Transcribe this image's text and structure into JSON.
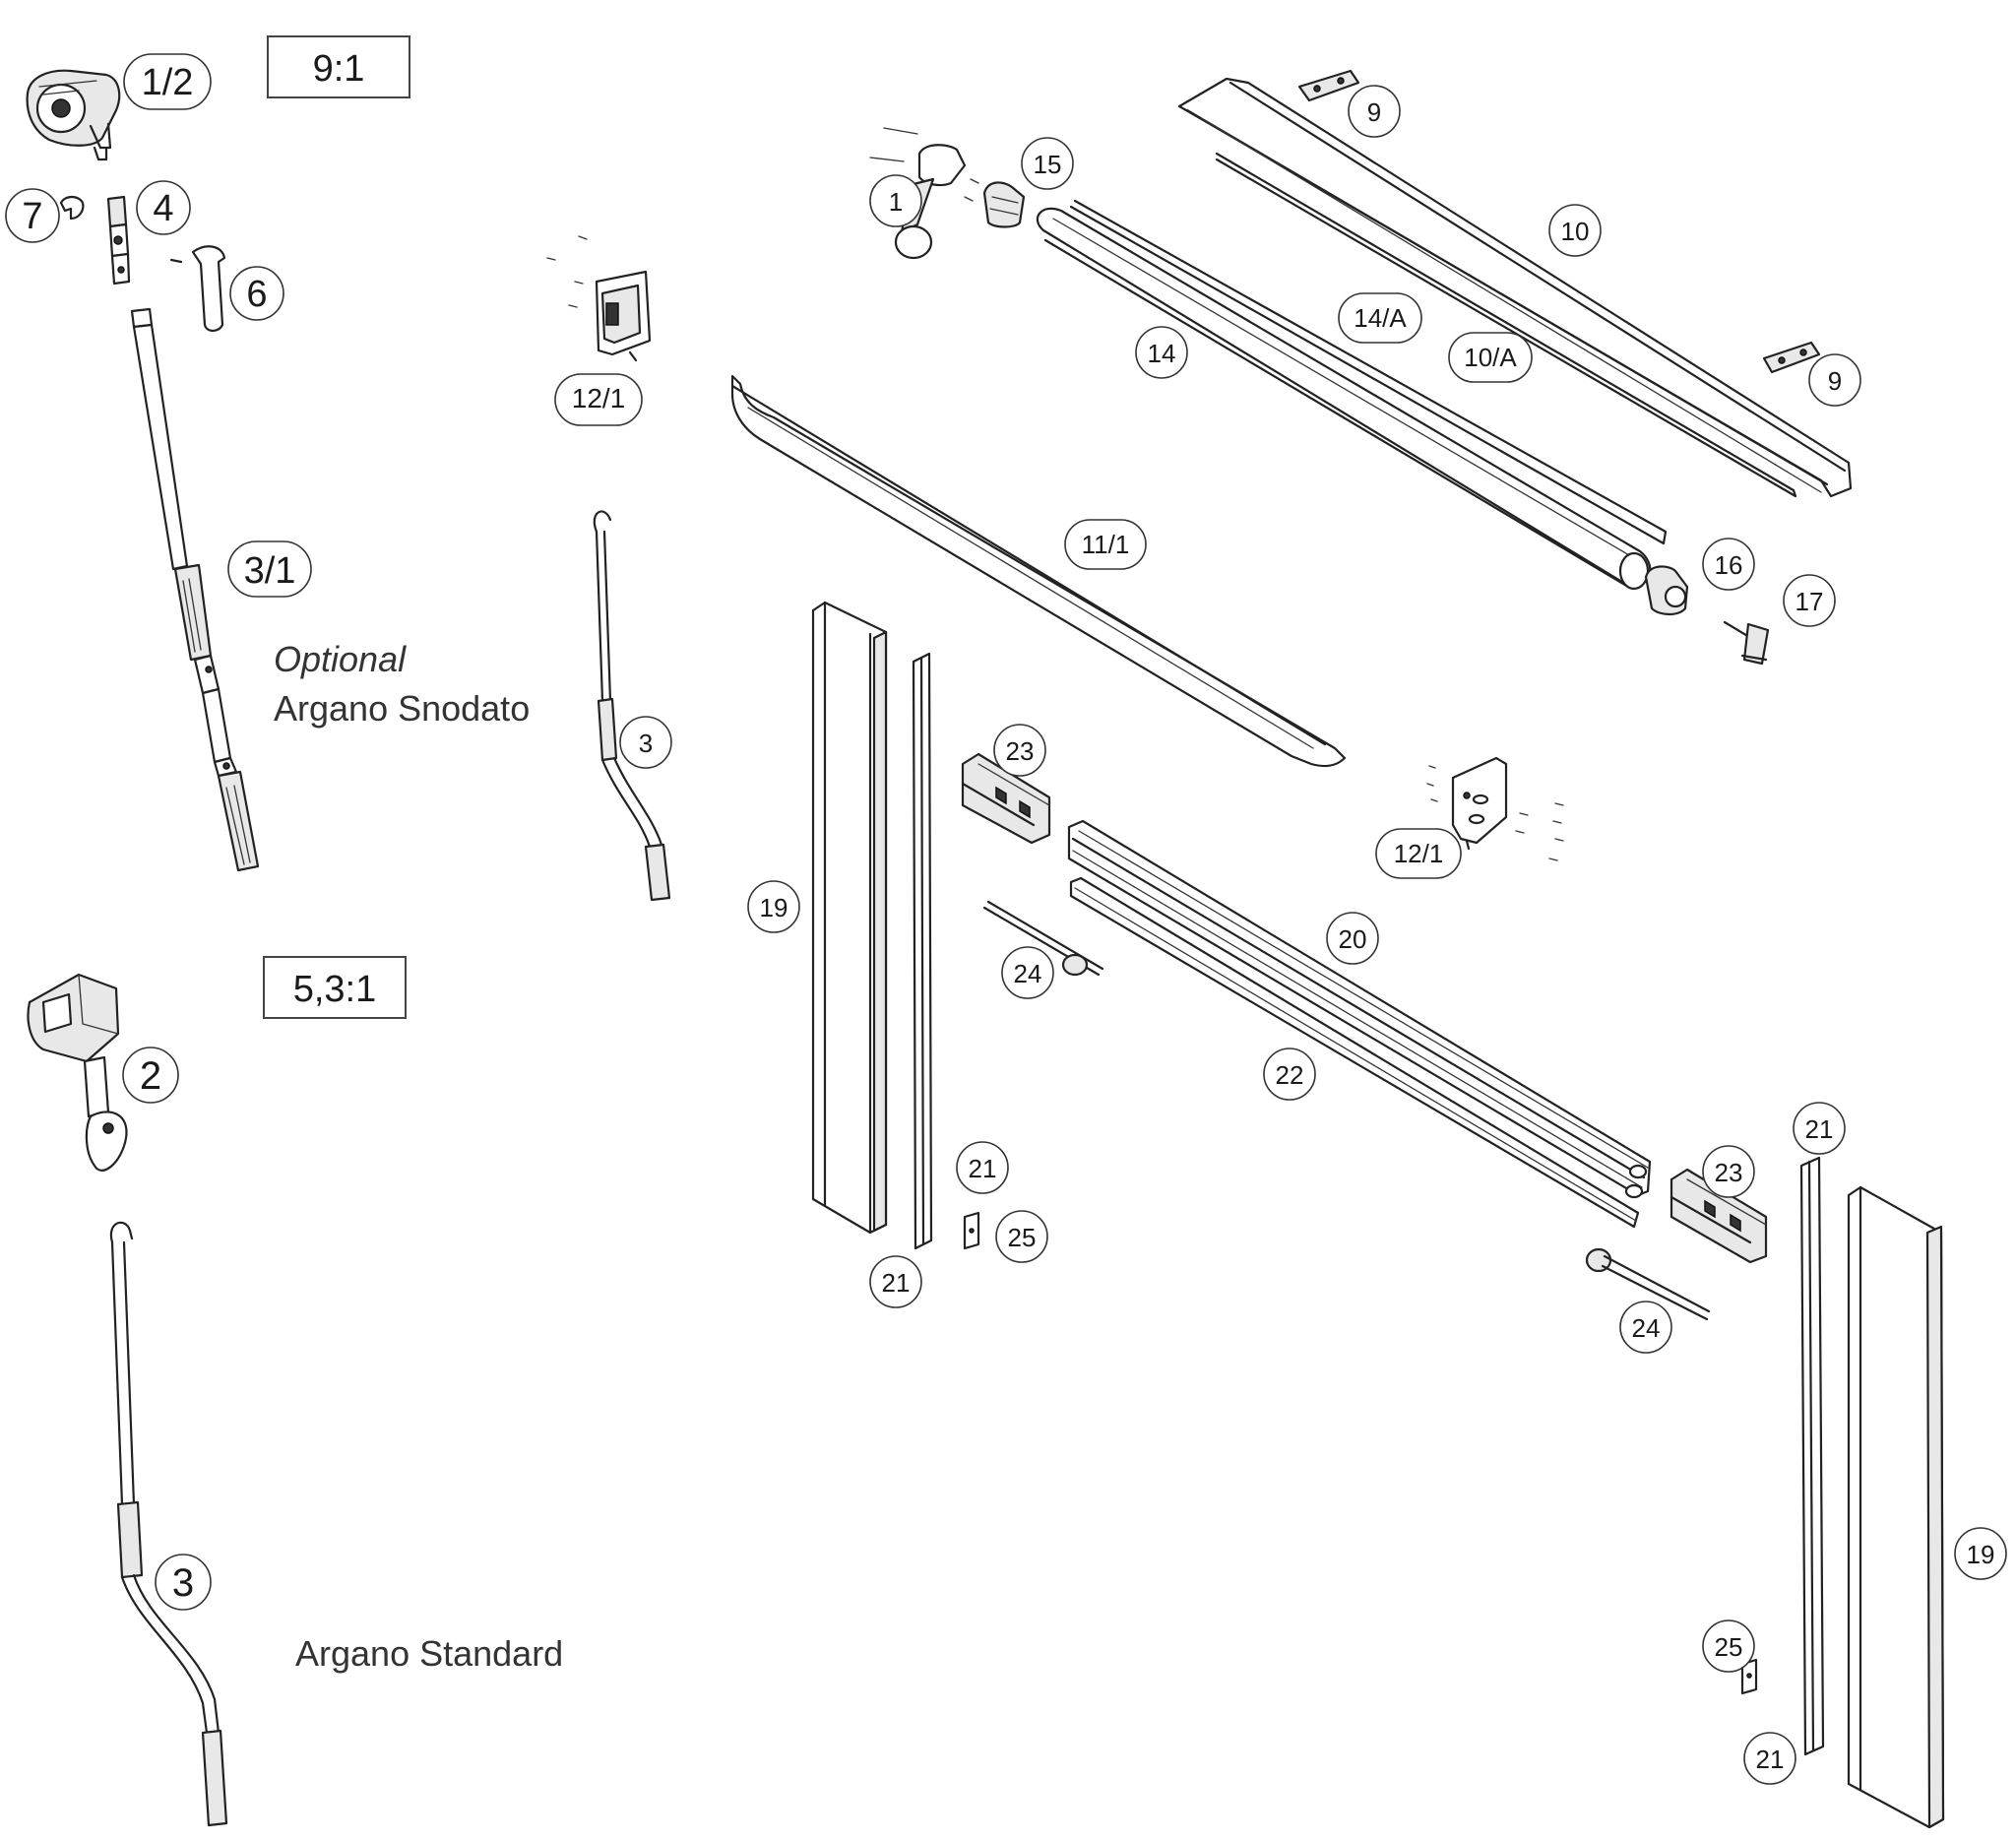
{
  "ratios": {
    "r1": "9:1",
    "r2": "5,3:1"
  },
  "captions": {
    "optional": "Optional",
    "snodato": "Argano Snodato",
    "standard": "Argano Standard"
  },
  "callouts": {
    "c1_2": "1/2",
    "c7": "7",
    "c4": "4",
    "c6": "6",
    "c3_1": "3/1",
    "c2": "2",
    "c3_big": "3",
    "c12_1a": "12/1",
    "c3_small": "3",
    "c1": "1",
    "c15": "15",
    "c9a": "9",
    "c10": "10",
    "c14_a": "14/A",
    "c10_a": "10/A",
    "c14": "14",
    "c9b": "9",
    "c11_1": "11/1",
    "c16": "16",
    "c17": "17",
    "c23a": "23",
    "c12_1b": "12/1",
    "c19a": "19",
    "c20": "20",
    "c24a": "24",
    "c22": "22",
    "c21a": "21",
    "c25a": "25",
    "c21b": "21",
    "c21c": "21",
    "c23b": "23",
    "c24b": "24",
    "c19b": "19",
    "c25b": "25",
    "c21d": "21"
  },
  "colors": {
    "line": "#222222",
    "background": "#ffffff"
  }
}
